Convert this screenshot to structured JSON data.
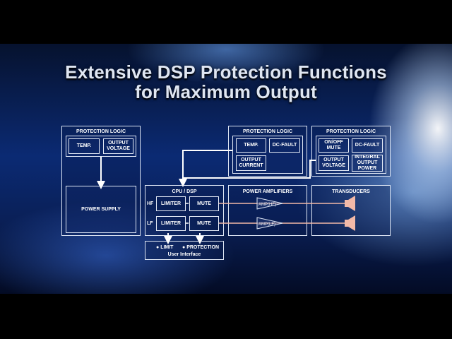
{
  "title_line1": "Extensive DSP Protection Functions",
  "title_line2": "for Maximum Output",
  "panel_a": {
    "header": "PROTECTION LOGIC",
    "temp": "TEMP.",
    "output_voltage": "OUTPUT\nVOLTAGE",
    "power_supply": "POWER SUPPLY"
  },
  "panel_b": {
    "header": "PROTECTION LOGIC",
    "temp": "TEMP.",
    "dc_fault": "DC-FAULT",
    "output_current": "OUTPUT\nCURRENT"
  },
  "panel_c": {
    "header": "PROTECTION LOGIC",
    "on_off_mute": "ON/OFF\nMUTE",
    "dc_fault": "DC-FAULT",
    "output_voltage": "OUTPUT\nVOLTAGE",
    "integral_output_power": "INTEGRAL\nOUTPUT\nPOWER"
  },
  "cpu": {
    "header": "CPU / DSP",
    "hf": "HF",
    "lf": "LF",
    "limiter": "LIMITER",
    "mute": "MUTE"
  },
  "amps": {
    "header": "POWER AMPLIFIERS",
    "amp_hf": "AMP(HF)",
    "amp_lf": "AMP(LF)"
  },
  "transducers": {
    "header": "TRANSDUCERS"
  },
  "user_interface": {
    "limit": "LIMIT",
    "protection": "PROTECTION",
    "label": "User Interface"
  },
  "colors": {
    "signal": "#f2b9a8",
    "line": "#ffffff"
  }
}
